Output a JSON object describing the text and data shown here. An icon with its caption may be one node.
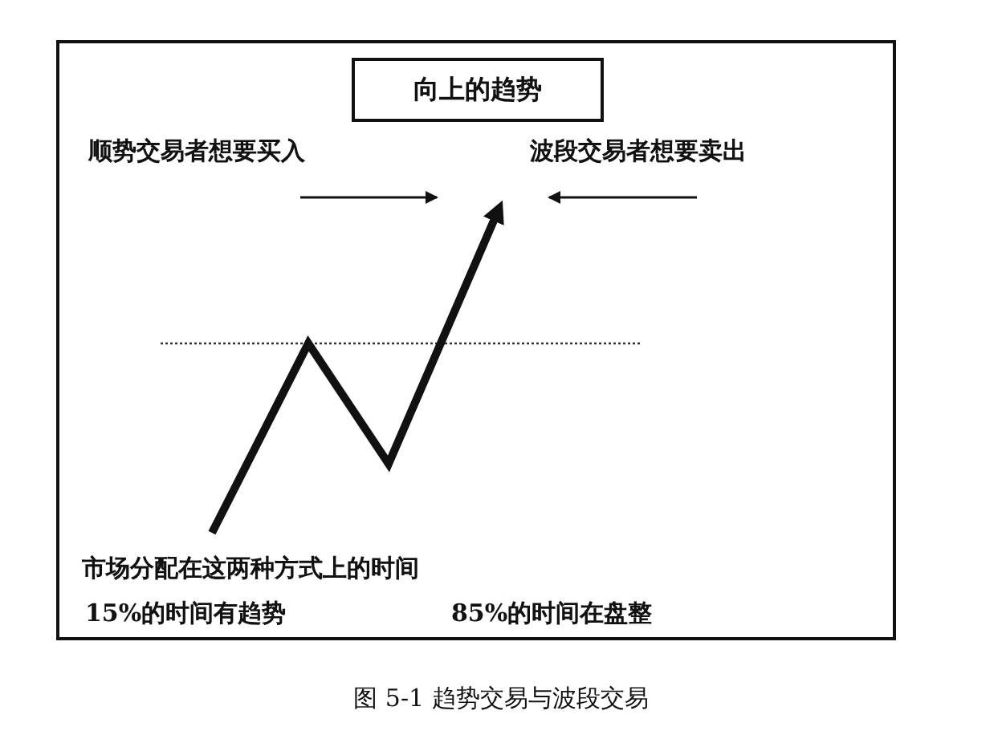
{
  "diagram": {
    "caption": "图 5-1 趋势交易与波段交易",
    "nodes": [
      {
        "text": [],
        "shape": "box"
      },
      {
        "text": [
          "向上的趋势"
        ],
        "in": 0
      }
    ],
    "labels": [
      "顺势交易者想要买入",
      "波段交易者想要卖出",
      "市场分配在这两种方式上的时间",
      "15%的时间有趋势",
      "85%的时间在盘整"
    ]
  }
}
